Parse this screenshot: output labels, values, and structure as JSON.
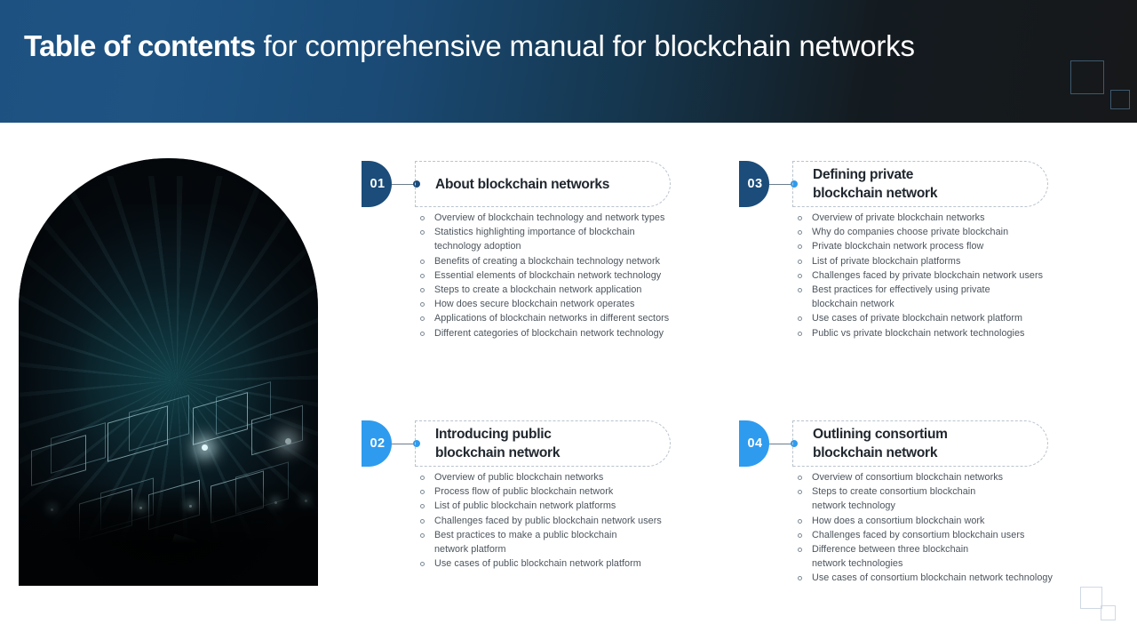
{
  "header": {
    "title_bold": "Table of contents",
    "title_rest": " for comprehensive manual for blockchain networks",
    "gradient_from": "#1d5181",
    "gradient_to": "#16181a"
  },
  "photo": {
    "alt": "blockchain-wireframe-cubes-stage-image"
  },
  "colors": {
    "badge_dark": "#1b4c7a",
    "badge_light": "#2e9bef",
    "title_text": "#20272e",
    "bullet_text": "#4c555d",
    "dashed_border": "#b9c3cc"
  },
  "sections": [
    {
      "number": "01",
      "title": "About blockchain networks",
      "badge_color": "#1b4c7a",
      "dot_color": "#1b4c7a",
      "items": [
        "Overview  of blockchain technology and network types",
        "Statistics highlighting importance of blockchain\ntechnology adoption",
        "Benefits of creating a blockchain technology network",
        "Essential elements of blockchain network technology",
        "Steps to create a blockchain network application",
        "How does secure blockchain network operates",
        "Applications of blockchain networks in different sectors",
        "Different categories of blockchain network technology"
      ]
    },
    {
      "number": "02",
      "title": "Introducing public blockchain network",
      "badge_color": "#2e9bef",
      "dot_color": "#2e9bef",
      "items": [
        "Overview  of public blockchain networks",
        "Process flow of public blockchain network",
        "List of public blockchain network platforms",
        "Challenges faced by public blockchain network users",
        "Best practices to make a public blockchain\nnetwork platform",
        "Use cases of public blockchain network platform"
      ]
    },
    {
      "number": "03",
      "title": "Defining private blockchain network",
      "badge_color": "#1b4c7a",
      "dot_color": "#2e9bef",
      "items": [
        "Overview  of private blockchain networks",
        "Why do companies choose private blockchain",
        "Private blockchain network process flow",
        "List of private blockchain platforms",
        "Challenges faced by private blockchain network users",
        "Best practices for effectively  using private\nblockchain network",
        "Use cases of private  blockchain network platform",
        "Public vs private blockchain network technologies"
      ]
    },
    {
      "number": "04",
      "title": "Outlining consortium blockchain network",
      "badge_color": "#2e9bef",
      "dot_color": "#2e9bef",
      "items": [
        "Overview  of consortium blockchain networks",
        "Steps to create consortium blockchain\nnetwork technology",
        "How does a consortium blockchain work",
        "Challenges faced by consortium blockchain users",
        "Difference  between three blockchain\nnetwork technologies",
        "Use cases of consortium blockchain network technology"
      ]
    }
  ]
}
